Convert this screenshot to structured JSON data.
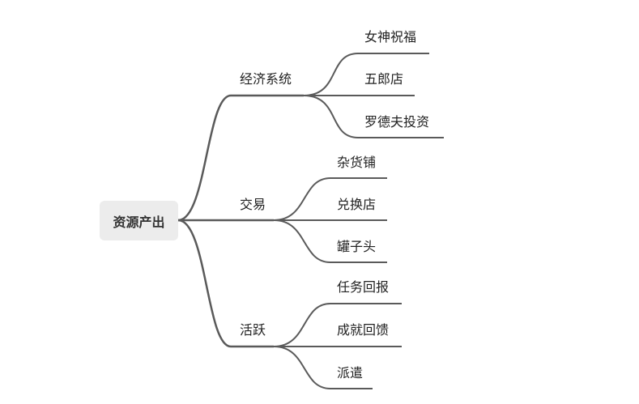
{
  "root": {
    "label": "资源产出"
  },
  "branches": [
    {
      "label": "经济系统",
      "children": [
        {
          "label": "女神祝福"
        },
        {
          "label": "五郎店"
        },
        {
          "label": "罗德夫投资"
        }
      ]
    },
    {
      "label": "交易",
      "children": [
        {
          "label": "杂货铺"
        },
        {
          "label": "兑换店"
        },
        {
          "label": "罐子头"
        }
      ]
    },
    {
      "label": "活跃",
      "children": [
        {
          "label": "任务回报"
        },
        {
          "label": "成就回馈"
        },
        {
          "label": "派遣"
        }
      ]
    }
  ],
  "colors": {
    "line": "#5a5a5a",
    "root_fill": "#ececec",
    "text": "#222222"
  }
}
